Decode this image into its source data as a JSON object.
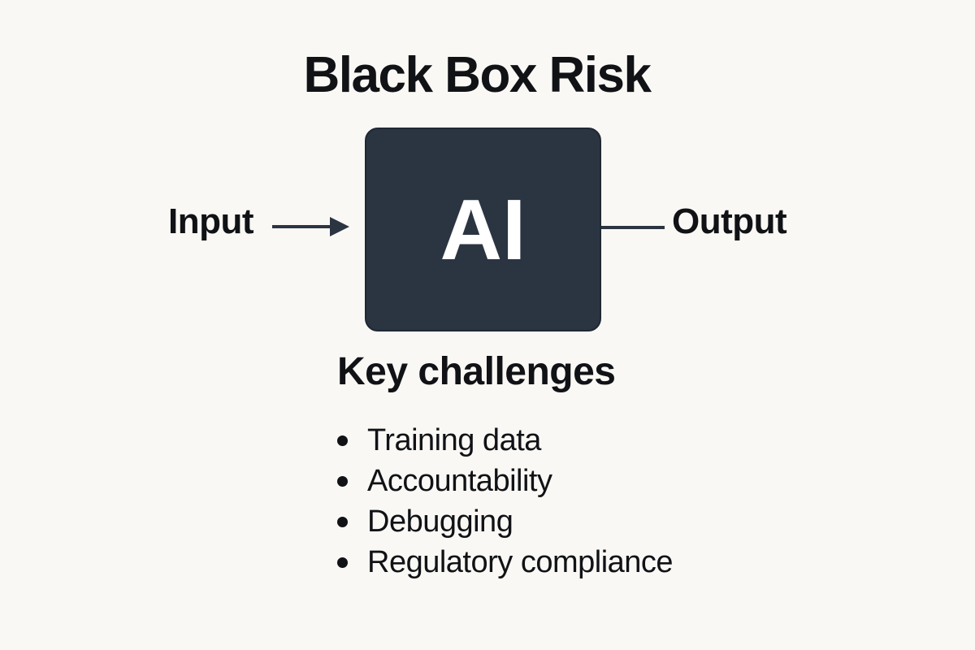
{
  "palette": {
    "background": "#FAF8F4",
    "box_fill": "#2B3542",
    "box_border": "#1F2934",
    "connector": "#2B3542",
    "text": "#101216",
    "box_text": "#FFFFFF"
  },
  "title": "Black Box Risk",
  "diagram": {
    "input_label": "Input",
    "box_label": "AI",
    "output_label": "Output"
  },
  "challenges": {
    "heading": "Key challenges",
    "items": [
      "Training data",
      "Accountability",
      "Debugging",
      "Regulatory compliance"
    ]
  }
}
